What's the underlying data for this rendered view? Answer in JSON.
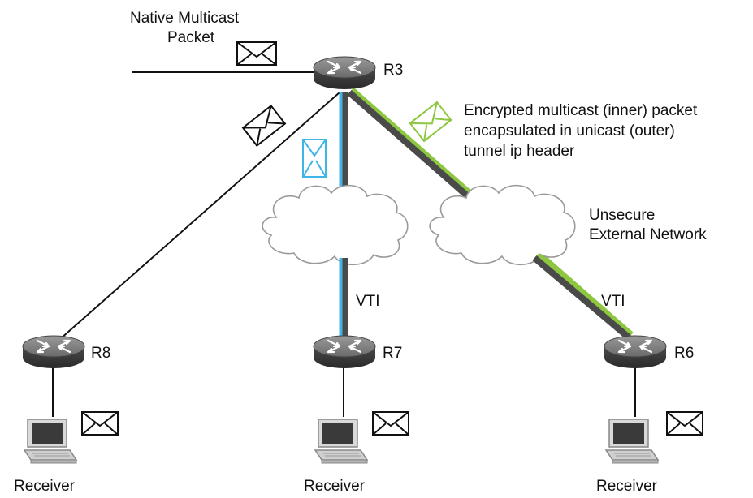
{
  "title_lines": [
    "Native Multicast",
    "Packet"
  ],
  "routers": {
    "r3": "R3",
    "r8": "R8",
    "r7": "R7",
    "r6": "R6"
  },
  "annotation_lines": [
    "Encrypted multicast (inner) packet",
    "encapsulated in unicast (outer)",
    "tunnel ip header"
  ],
  "cloud_label_lines": [
    "Unsecure",
    "External Network"
  ],
  "tunnel_labels": {
    "r7": "VTI",
    "r6": "VTI"
  },
  "receivers": {
    "r8": "Receiver",
    "r7": "Receiver",
    "r6": "Receiver"
  },
  "colors": {
    "tunnel_dark": "#4a4a4a",
    "tunnel_blue": "#3fb6e6",
    "tunnel_green": "#8dc63f",
    "router_body": "#5a5a5a",
    "cloud_fill": "#ffffff"
  },
  "icons": {
    "router": "router-icon",
    "envelope": "envelope-icon",
    "cloud": "cloud-icon",
    "receiver": "laptop-icon"
  }
}
